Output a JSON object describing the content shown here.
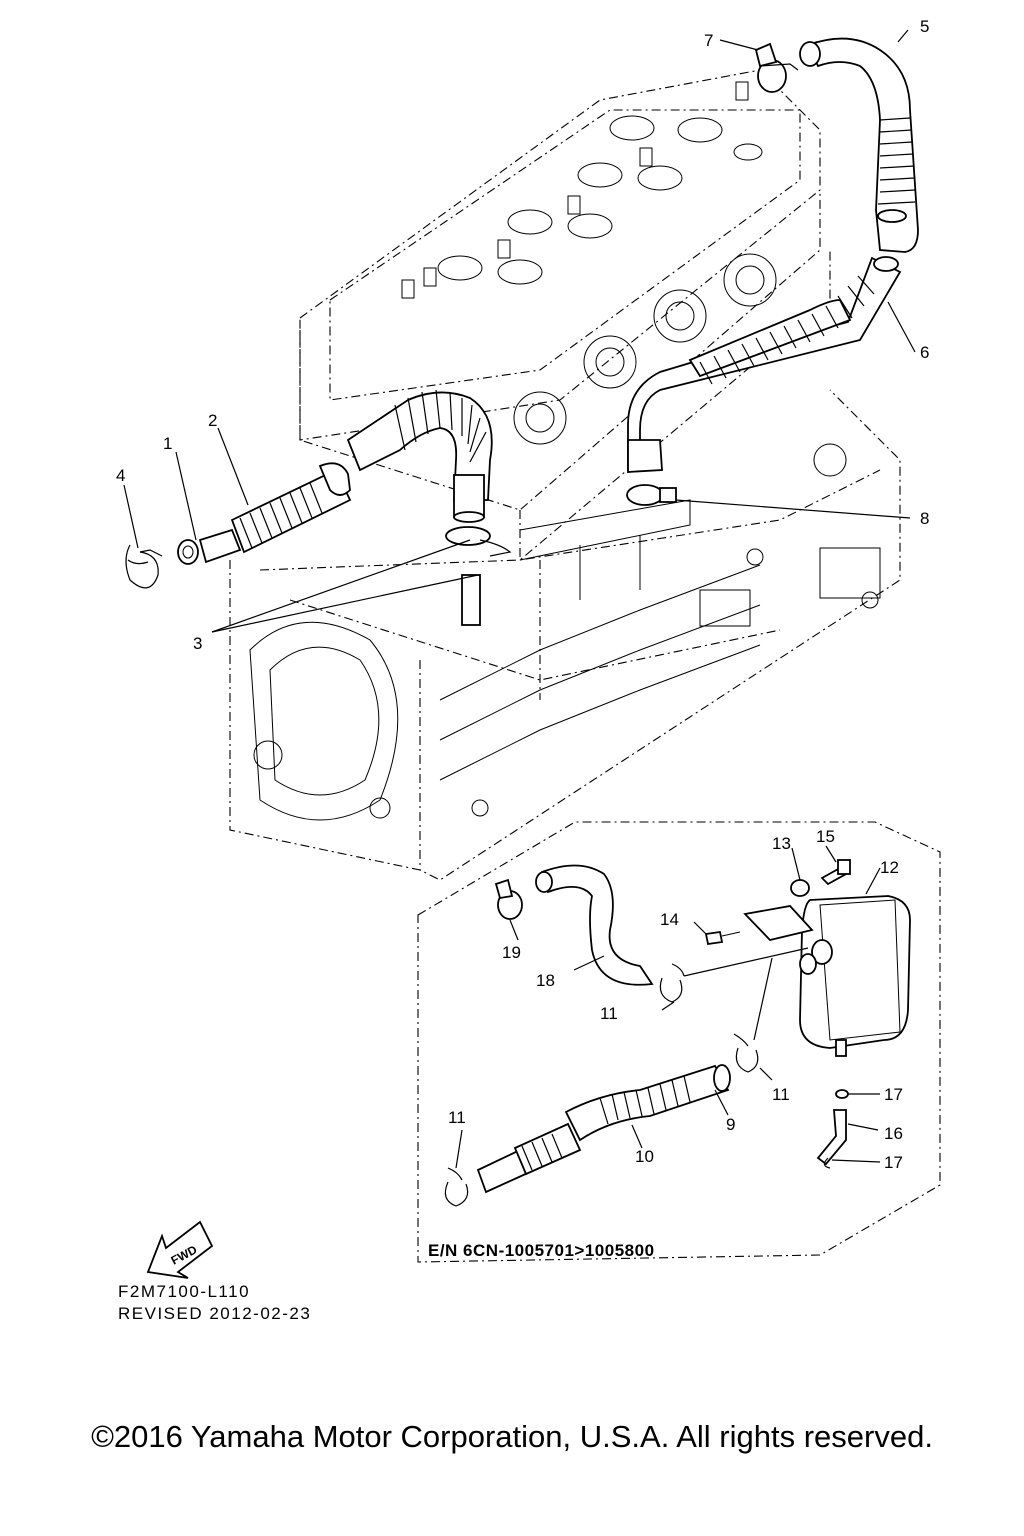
{
  "callouts": [
    {
      "id": "1",
      "text": "1"
    },
    {
      "id": "2",
      "text": "2"
    },
    {
      "id": "3",
      "text": "3"
    },
    {
      "id": "4",
      "text": "4"
    },
    {
      "id": "5",
      "text": "5"
    },
    {
      "id": "6",
      "text": "6"
    },
    {
      "id": "7",
      "text": "7"
    },
    {
      "id": "8",
      "text": "8"
    },
    {
      "id": "9",
      "text": "9"
    },
    {
      "id": "10",
      "text": "10"
    },
    {
      "id": "11a",
      "text": "11"
    },
    {
      "id": "11b",
      "text": "11"
    },
    {
      "id": "11c",
      "text": "11"
    },
    {
      "id": "12",
      "text": "12"
    },
    {
      "id": "13",
      "text": "13"
    },
    {
      "id": "14",
      "text": "14"
    },
    {
      "id": "15",
      "text": "15"
    },
    {
      "id": "16",
      "text": "16"
    },
    {
      "id": "17a",
      "text": "17"
    },
    {
      "id": "17b",
      "text": "17"
    },
    {
      "id": "18",
      "text": "18"
    },
    {
      "id": "19",
      "text": "19"
    }
  ],
  "inset": {
    "engine_number_range": "E/N 6CN-1005701>1005800"
  },
  "fwd_arrow": {
    "label": "FWD"
  },
  "document": {
    "code": "F2M7100-L110",
    "revised": "REVISED 2012-02-23"
  },
  "copyright": "©2016 Yamaha Motor Corporation, U.S.A. All rights reserved."
}
